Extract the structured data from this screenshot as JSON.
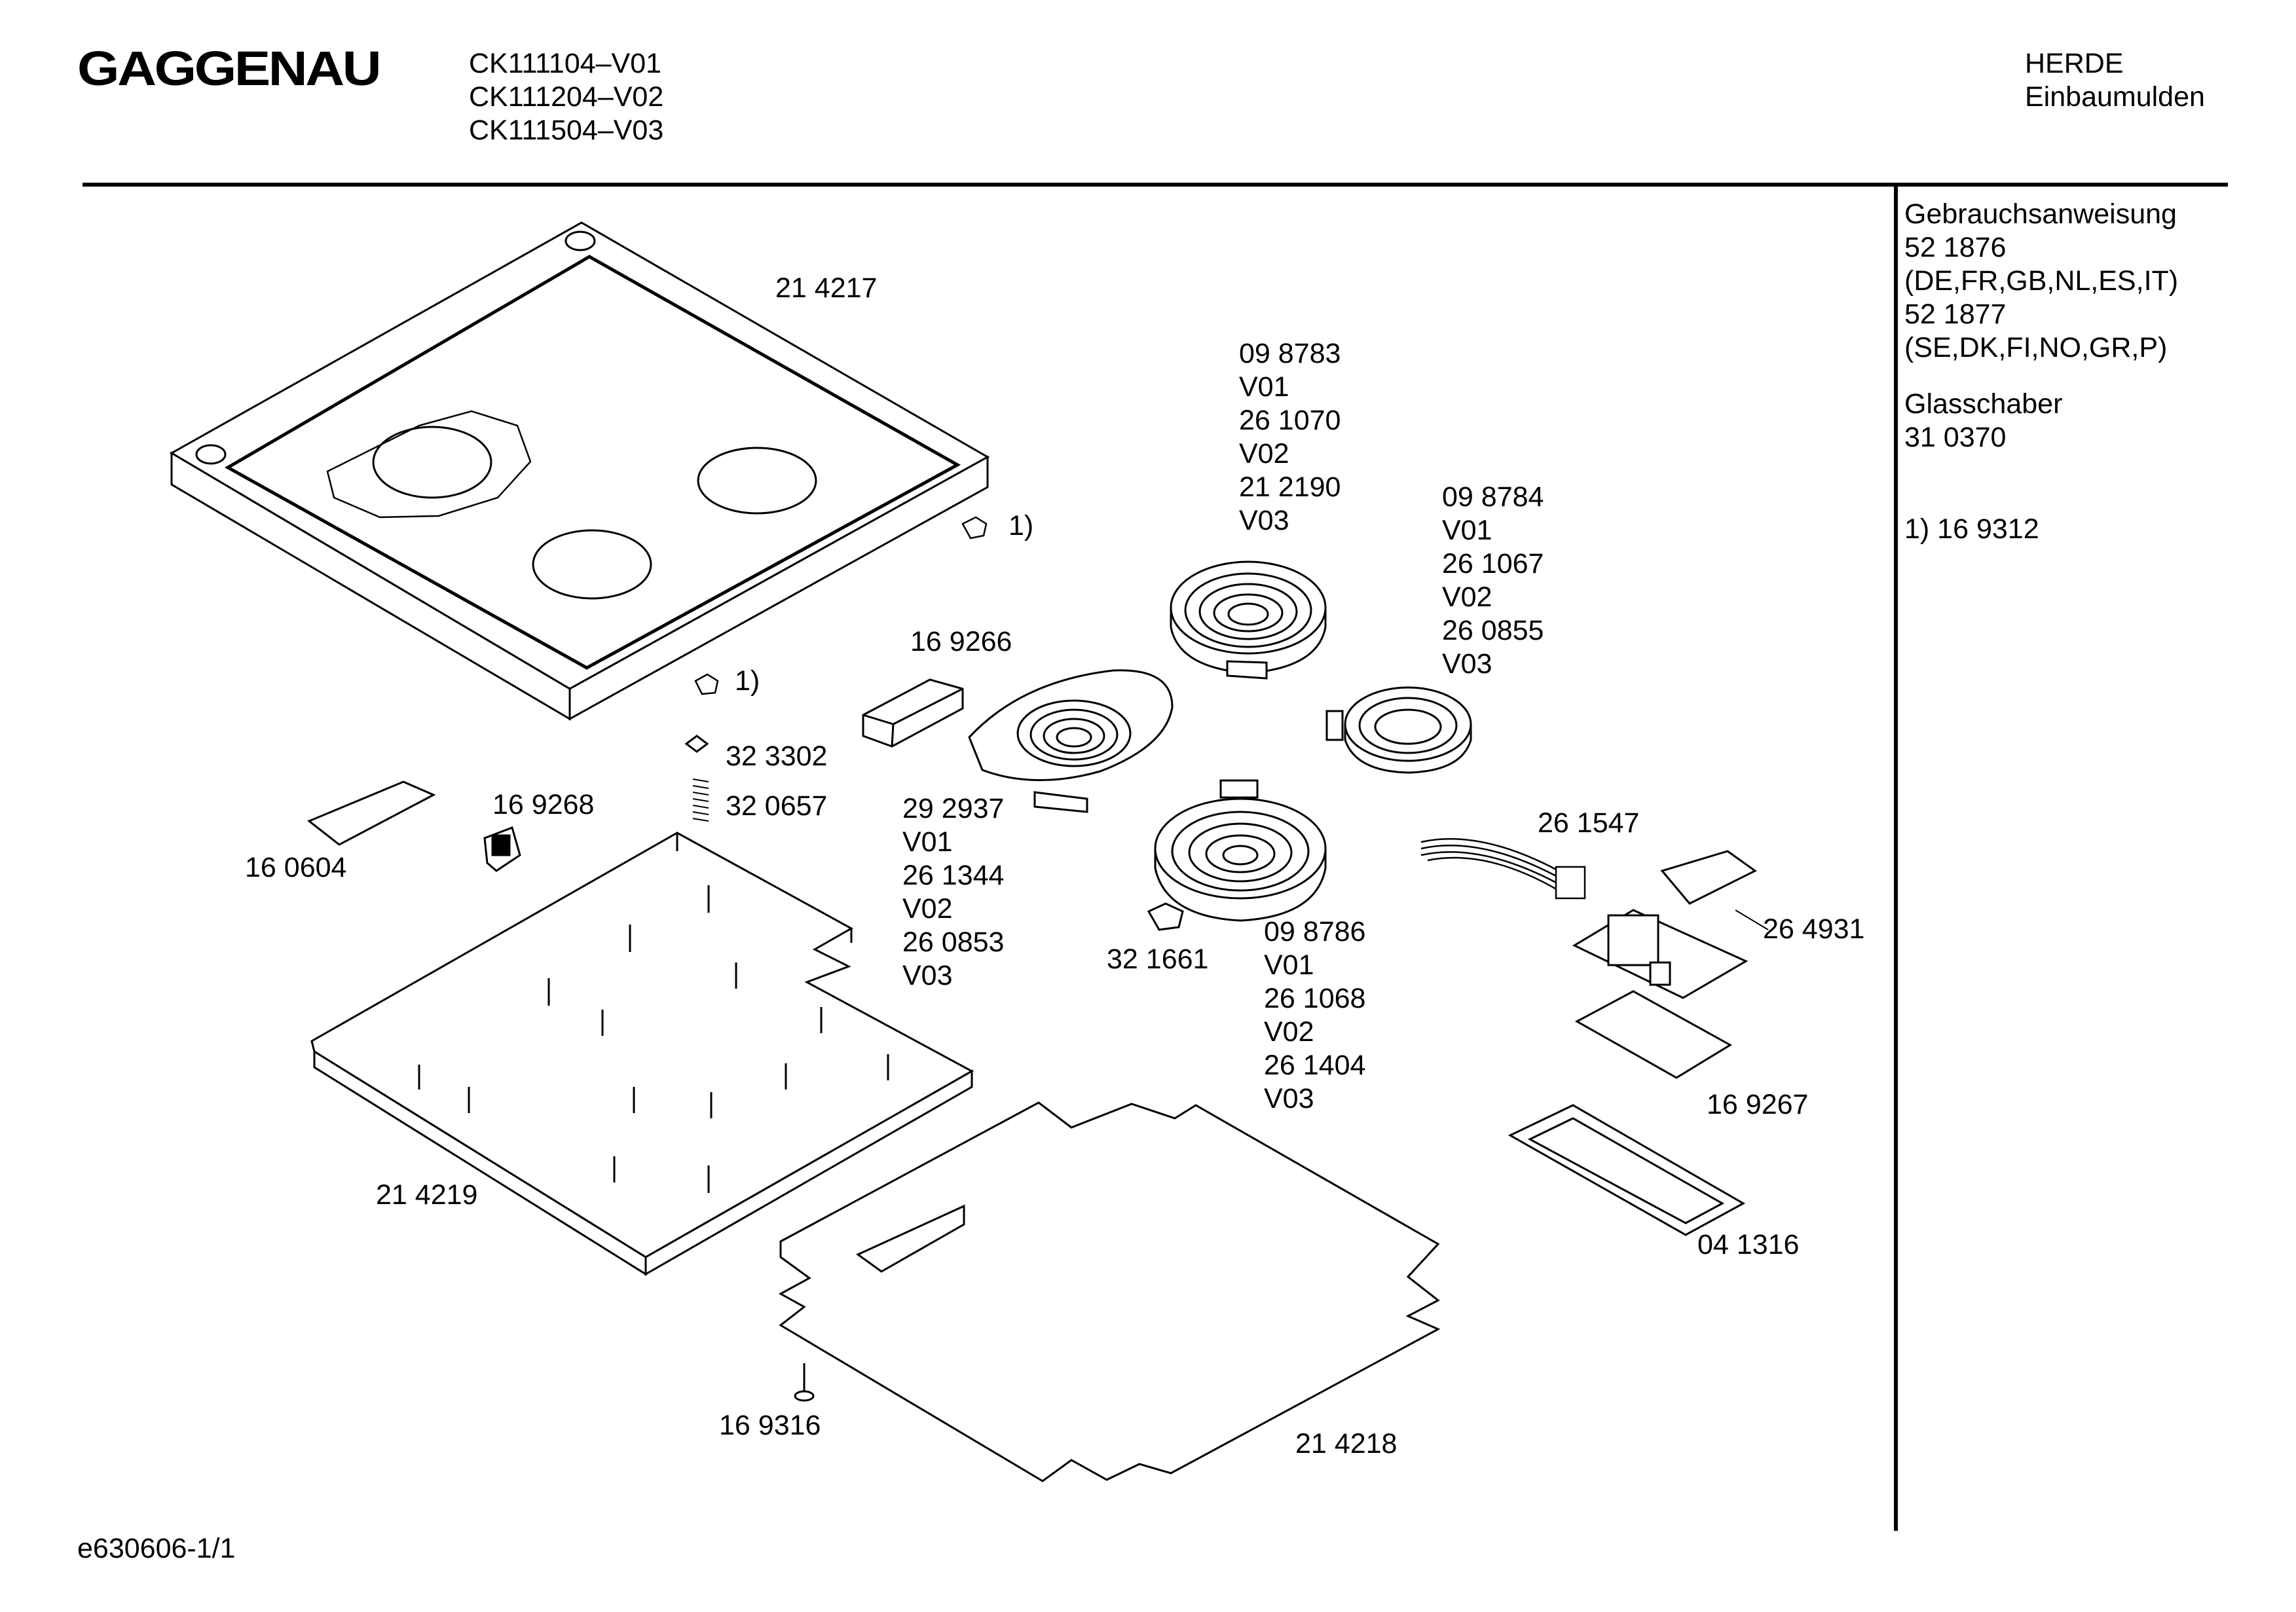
{
  "header": {
    "brand": "GAGGENAU",
    "models": [
      "CK111104–V01",
      "CK111204–V02",
      "CK111504–V03"
    ],
    "category": [
      "HERDE",
      "Einbaumulden"
    ]
  },
  "side_panel": {
    "lines_a": [
      "Gebrauchsanweisung",
      "52 1876",
      "(DE,FR,GB,NL,ES,IT)",
      "52 1877",
      "(SE,DK,FI,NO,GR,P)"
    ],
    "lines_b": [
      "Glasschaber",
      "31 0370"
    ],
    "footnote": "1)  16 9312"
  },
  "parts": {
    "p214217": "21 4217",
    "p098783": [
      "09 8783",
      "V01",
      "26 1070",
      "V02",
      "21 2190",
      "V03"
    ],
    "p098784": [
      "09 8784",
      "V01",
      "26 1067",
      "V02",
      "26 0855",
      "V03"
    ],
    "ref1a": "1)",
    "ref1b": "1)",
    "p169266": "16 9266",
    "p323302": "32 3302",
    "p320657": "32 0657",
    "p169268": "16 9268",
    "p160604": "16 0604",
    "p292937": [
      "29 2937",
      "V01",
      "26 1344",
      "V02",
      "26 0853",
      "V03"
    ],
    "p321661": "32 1661",
    "p098786": [
      "09 8786",
      "V01",
      "26 1068",
      "V02",
      "26 1404",
      "V03"
    ],
    "p261547": "26 1547",
    "p264931": "26 4931",
    "p169267": "16 9267",
    "p041316": "04 1316",
    "p214219": "21 4219",
    "p169316": "16 9316",
    "p214218": "21 4218"
  },
  "footer": {
    "doc_id": "e630606-1/1"
  }
}
